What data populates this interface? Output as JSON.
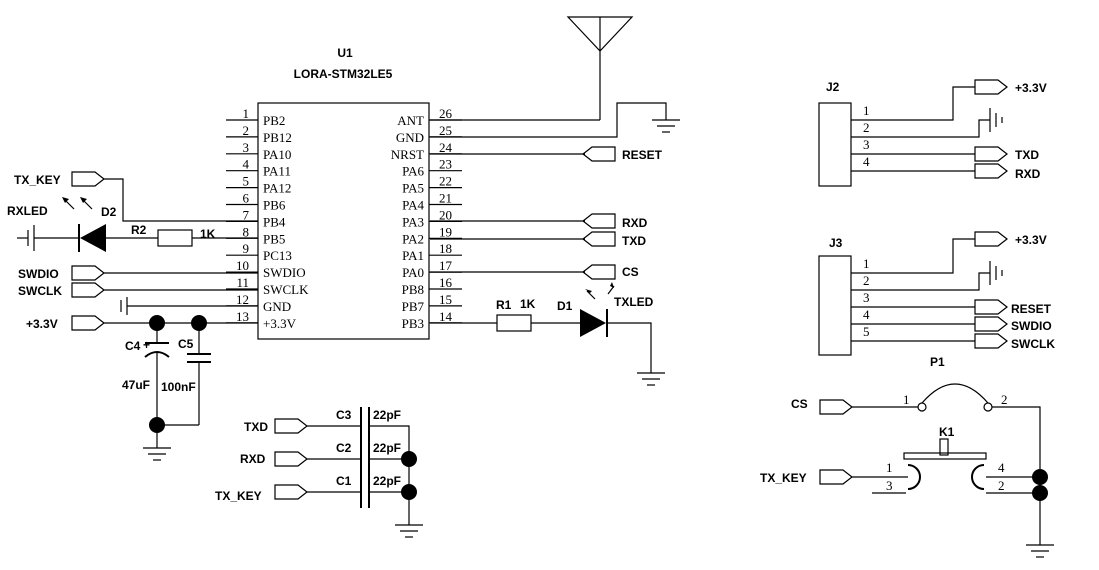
{
  "u1": {
    "ref": "U1",
    "part": "LORA-STM32LE5",
    "left_pins": [
      {
        "num": "1",
        "name": "PB2"
      },
      {
        "num": "2",
        "name": "PB12"
      },
      {
        "num": "3",
        "name": "PA10"
      },
      {
        "num": "4",
        "name": "PA11"
      },
      {
        "num": "5",
        "name": "PA12"
      },
      {
        "num": "6",
        "name": "PB6"
      },
      {
        "num": "7",
        "name": "PB4"
      },
      {
        "num": "8",
        "name": "PB5"
      },
      {
        "num": "9",
        "name": "PC13"
      },
      {
        "num": "10",
        "name": "SWDIO"
      },
      {
        "num": "11",
        "name": "SWCLK"
      },
      {
        "num": "12",
        "name": "GND"
      },
      {
        "num": "13",
        "name": "+3.3V"
      }
    ],
    "right_pins": [
      {
        "num": "26",
        "name": "ANT"
      },
      {
        "num": "25",
        "name": "GND"
      },
      {
        "num": "24",
        "name": "NRST"
      },
      {
        "num": "23",
        "name": "PA6"
      },
      {
        "num": "22",
        "name": "PA5"
      },
      {
        "num": "21",
        "name": "PA4"
      },
      {
        "num": "20",
        "name": "PA3"
      },
      {
        "num": "19",
        "name": "PA2"
      },
      {
        "num": "18",
        "name": "PA1"
      },
      {
        "num": "17",
        "name": "PA0"
      },
      {
        "num": "16",
        "name": "PB8"
      },
      {
        "num": "15",
        "name": "PB7"
      },
      {
        "num": "14",
        "name": "PB3"
      }
    ]
  },
  "nets": {
    "tx_key_top": "TX_KEY",
    "rxled": "RXLED",
    "swdio": "SWDIO",
    "swclk": "SWCLK",
    "v33_left": "+3.3V",
    "reset": "RESET",
    "rxd_u1": "RXD",
    "txd_u1": "TXD",
    "cs_u1": "CS",
    "txled": "TXLED",
    "txd_c3": "TXD",
    "rxd_c2": "RXD",
    "tx_key_c1": "TX_KEY",
    "cs_p1": "CS",
    "tx_key_k1": "TX_KEY"
  },
  "parts": {
    "r2": {
      "ref": "R2",
      "value": "1K"
    },
    "r1": {
      "ref": "R1",
      "value": "1K"
    },
    "d2": "D2",
    "d1": "D1",
    "c4": {
      "ref": "C4",
      "value": "47uF"
    },
    "c5": {
      "ref": "C5",
      "value": "100nF"
    },
    "c3": {
      "ref": "C3",
      "value": "22pF"
    },
    "c2": {
      "ref": "C2",
      "value": "22pF"
    },
    "c1": {
      "ref": "C1",
      "value": "22pF"
    },
    "p1": {
      "ref": "P1",
      "pin1": "1",
      "pin2": "2"
    },
    "k1": {
      "ref": "K1",
      "pin1": "1",
      "pin3": "3",
      "pin4": "4",
      "pin2": "2"
    }
  },
  "j2": {
    "ref": "J2",
    "pins": [
      {
        "num": "1",
        "net": "+3.3V"
      },
      {
        "num": "2",
        "net": ""
      },
      {
        "num": "3",
        "net": "TXD"
      },
      {
        "num": "4",
        "net": "RXD"
      }
    ]
  },
  "j3": {
    "ref": "J3",
    "pins": [
      {
        "num": "1",
        "net": "+3.3V"
      },
      {
        "num": "2",
        "net": ""
      },
      {
        "num": "3",
        "net": "RESET"
      },
      {
        "num": "4",
        "net": "SWDIO"
      },
      {
        "num": "5",
        "net": "SWCLK"
      }
    ]
  }
}
